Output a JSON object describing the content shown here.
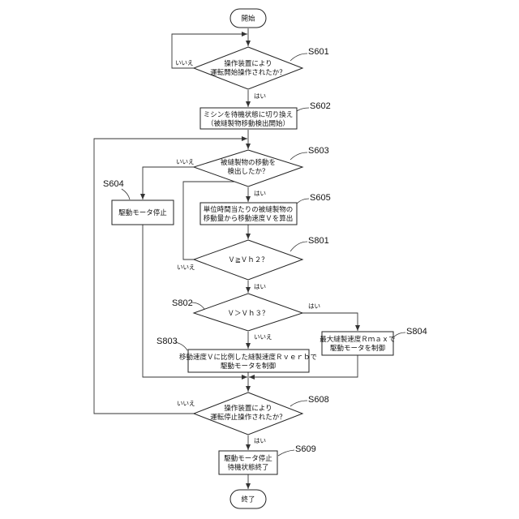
{
  "terminals": {
    "start": "開始",
    "end": "終了"
  },
  "steps": {
    "s601": {
      "id": "S601",
      "line1": "操作装置により",
      "line2": "運転開始操作されたか？"
    },
    "s602": {
      "id": "S602",
      "line1": "ミシンを待機状態に切り換え",
      "line2": "（被縫製物移動検出開始）"
    },
    "s603": {
      "id": "S603",
      "line1": "被縫製物の移動を",
      "line2": "検出したか？"
    },
    "s604": {
      "id": "S604",
      "line1": "駆動モータ停止"
    },
    "s605": {
      "id": "S605",
      "line1": "単位時間当たりの被縫製物の",
      "line2": "移動量から移動速度Ｖを算出"
    },
    "s801": {
      "id": "S801",
      "line1": "Ｖ≧Ｖｈ２？"
    },
    "s802": {
      "id": "S802",
      "line1": "Ｖ＞Ｖｈ３？"
    },
    "s803": {
      "id": "S803",
      "line1": "移動速度Ｖに比例した縫製速度Ｒｖｅｒｂで",
      "line2": "駆動モータを制御"
    },
    "s804": {
      "id": "S804",
      "line1": "最大縫製速度Ｒｍａｘで",
      "line2": "駆動モータを制御"
    },
    "s608": {
      "id": "S608",
      "line1": "操作装置により",
      "line2": "運転停止操作されたか？"
    },
    "s609": {
      "id": "S609",
      "line1": "駆動モータ停止",
      "line2": "待機状態終了"
    }
  },
  "branch_labels": {
    "yes": "はい",
    "no": "いいえ"
  }
}
